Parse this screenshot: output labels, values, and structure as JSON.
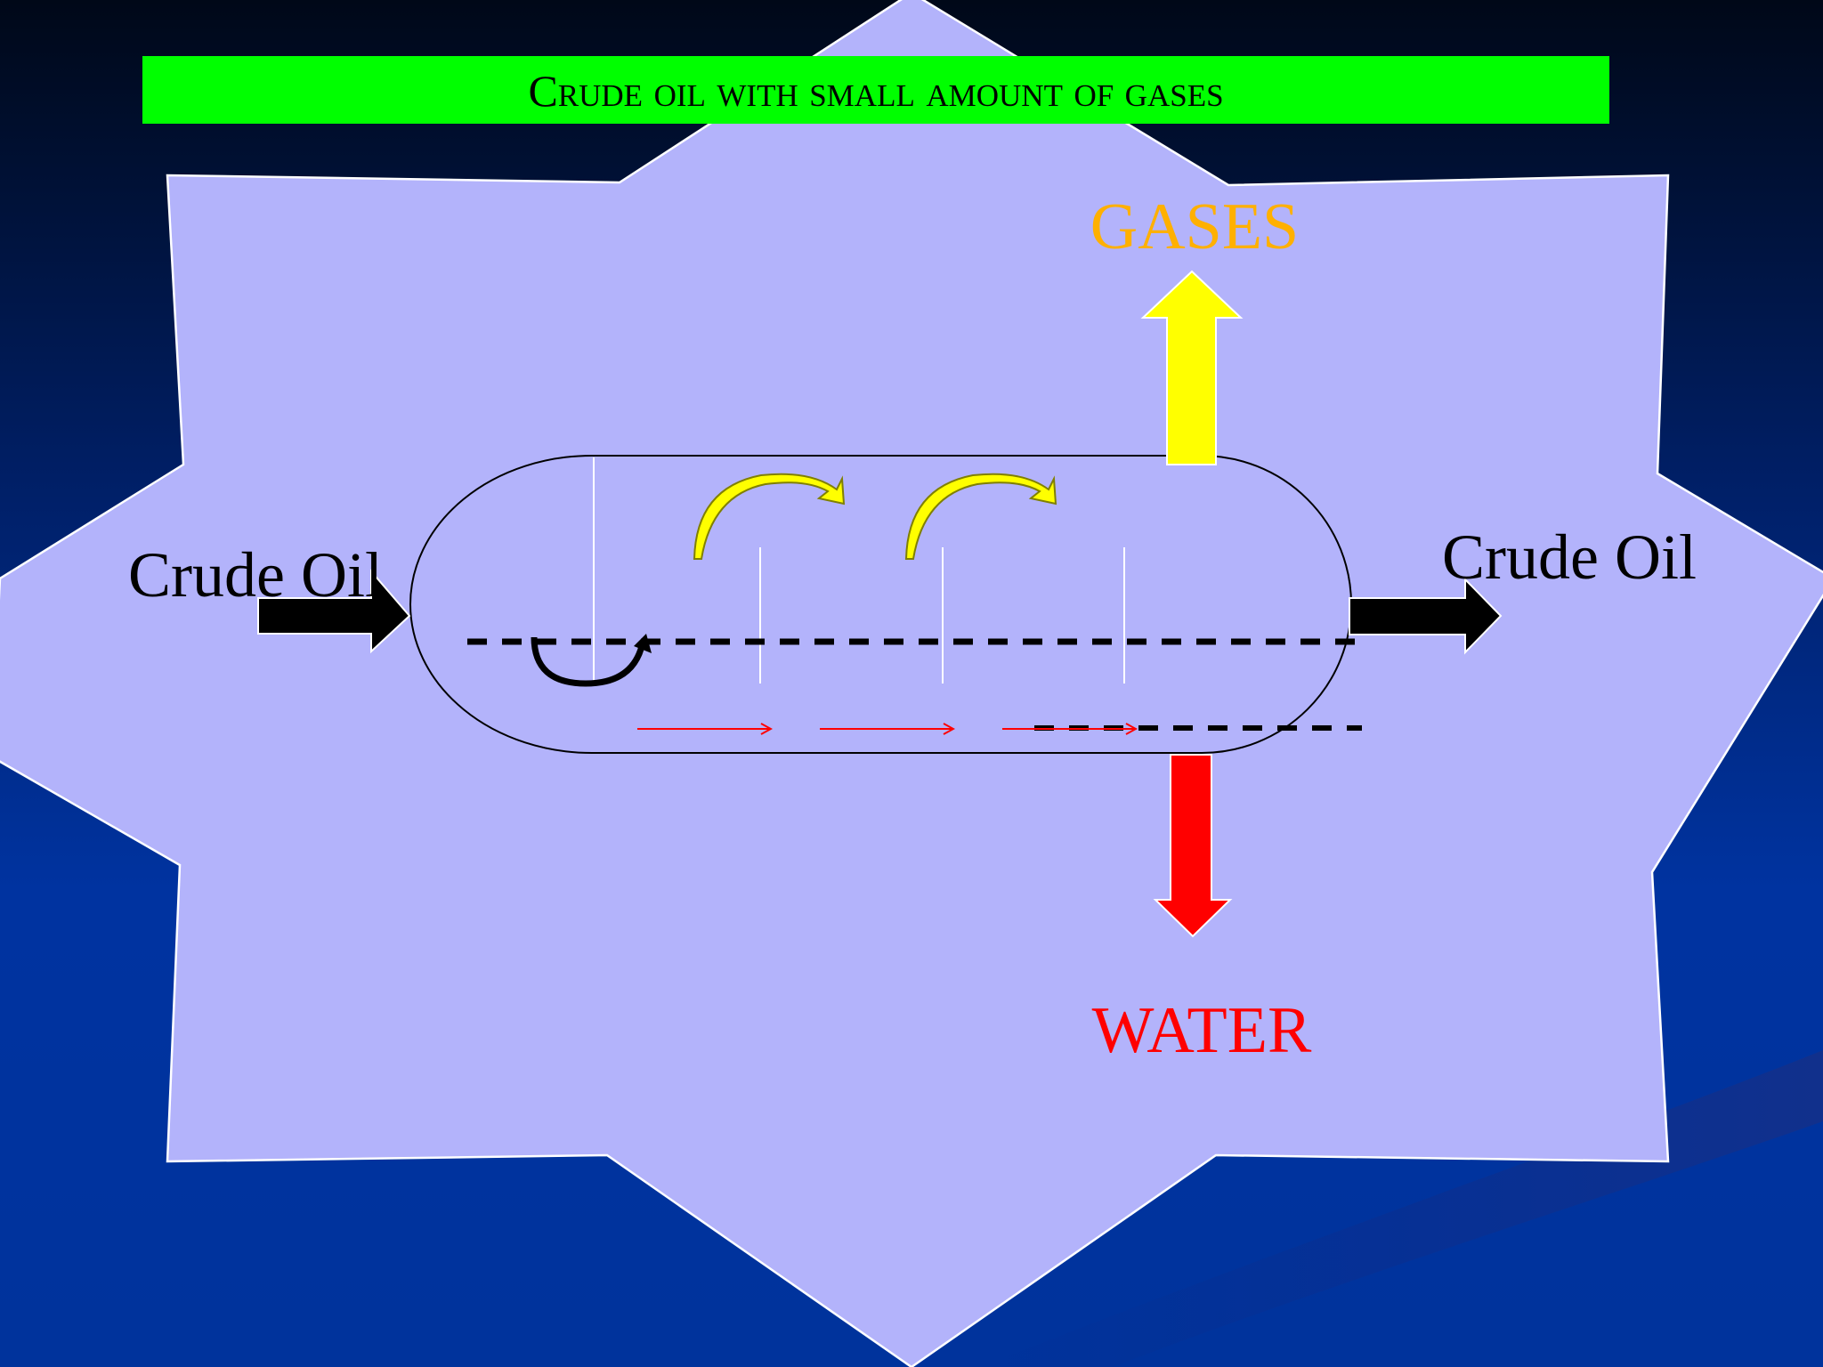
{
  "slide": {
    "banner": {
      "text": "Crude oil with small amount of gases",
      "color": "#00FF00"
    },
    "labels": {
      "inlet": "Crude Oil",
      "outlet": "Crude Oil",
      "gases": "GASES",
      "water": "WATER"
    },
    "colors": {
      "background_top": "#000818",
      "background_bottom": "#0033A0",
      "star_fill": "#B3B3FB",
      "gas_arrow": "#FFFF00",
      "gas_label": "#FFB000",
      "water_arrow": "#FF0000",
      "water_label": "#FF0000",
      "flow_arrow": "#FF0000",
      "crude_arrow": "#000000"
    },
    "icons": {
      "inlet_arrow": "right-arrow-icon",
      "outlet_arrow": "right-arrow-icon",
      "gas_arrow": "up-arrow-icon",
      "water_arrow": "down-arrow-icon"
    }
  }
}
